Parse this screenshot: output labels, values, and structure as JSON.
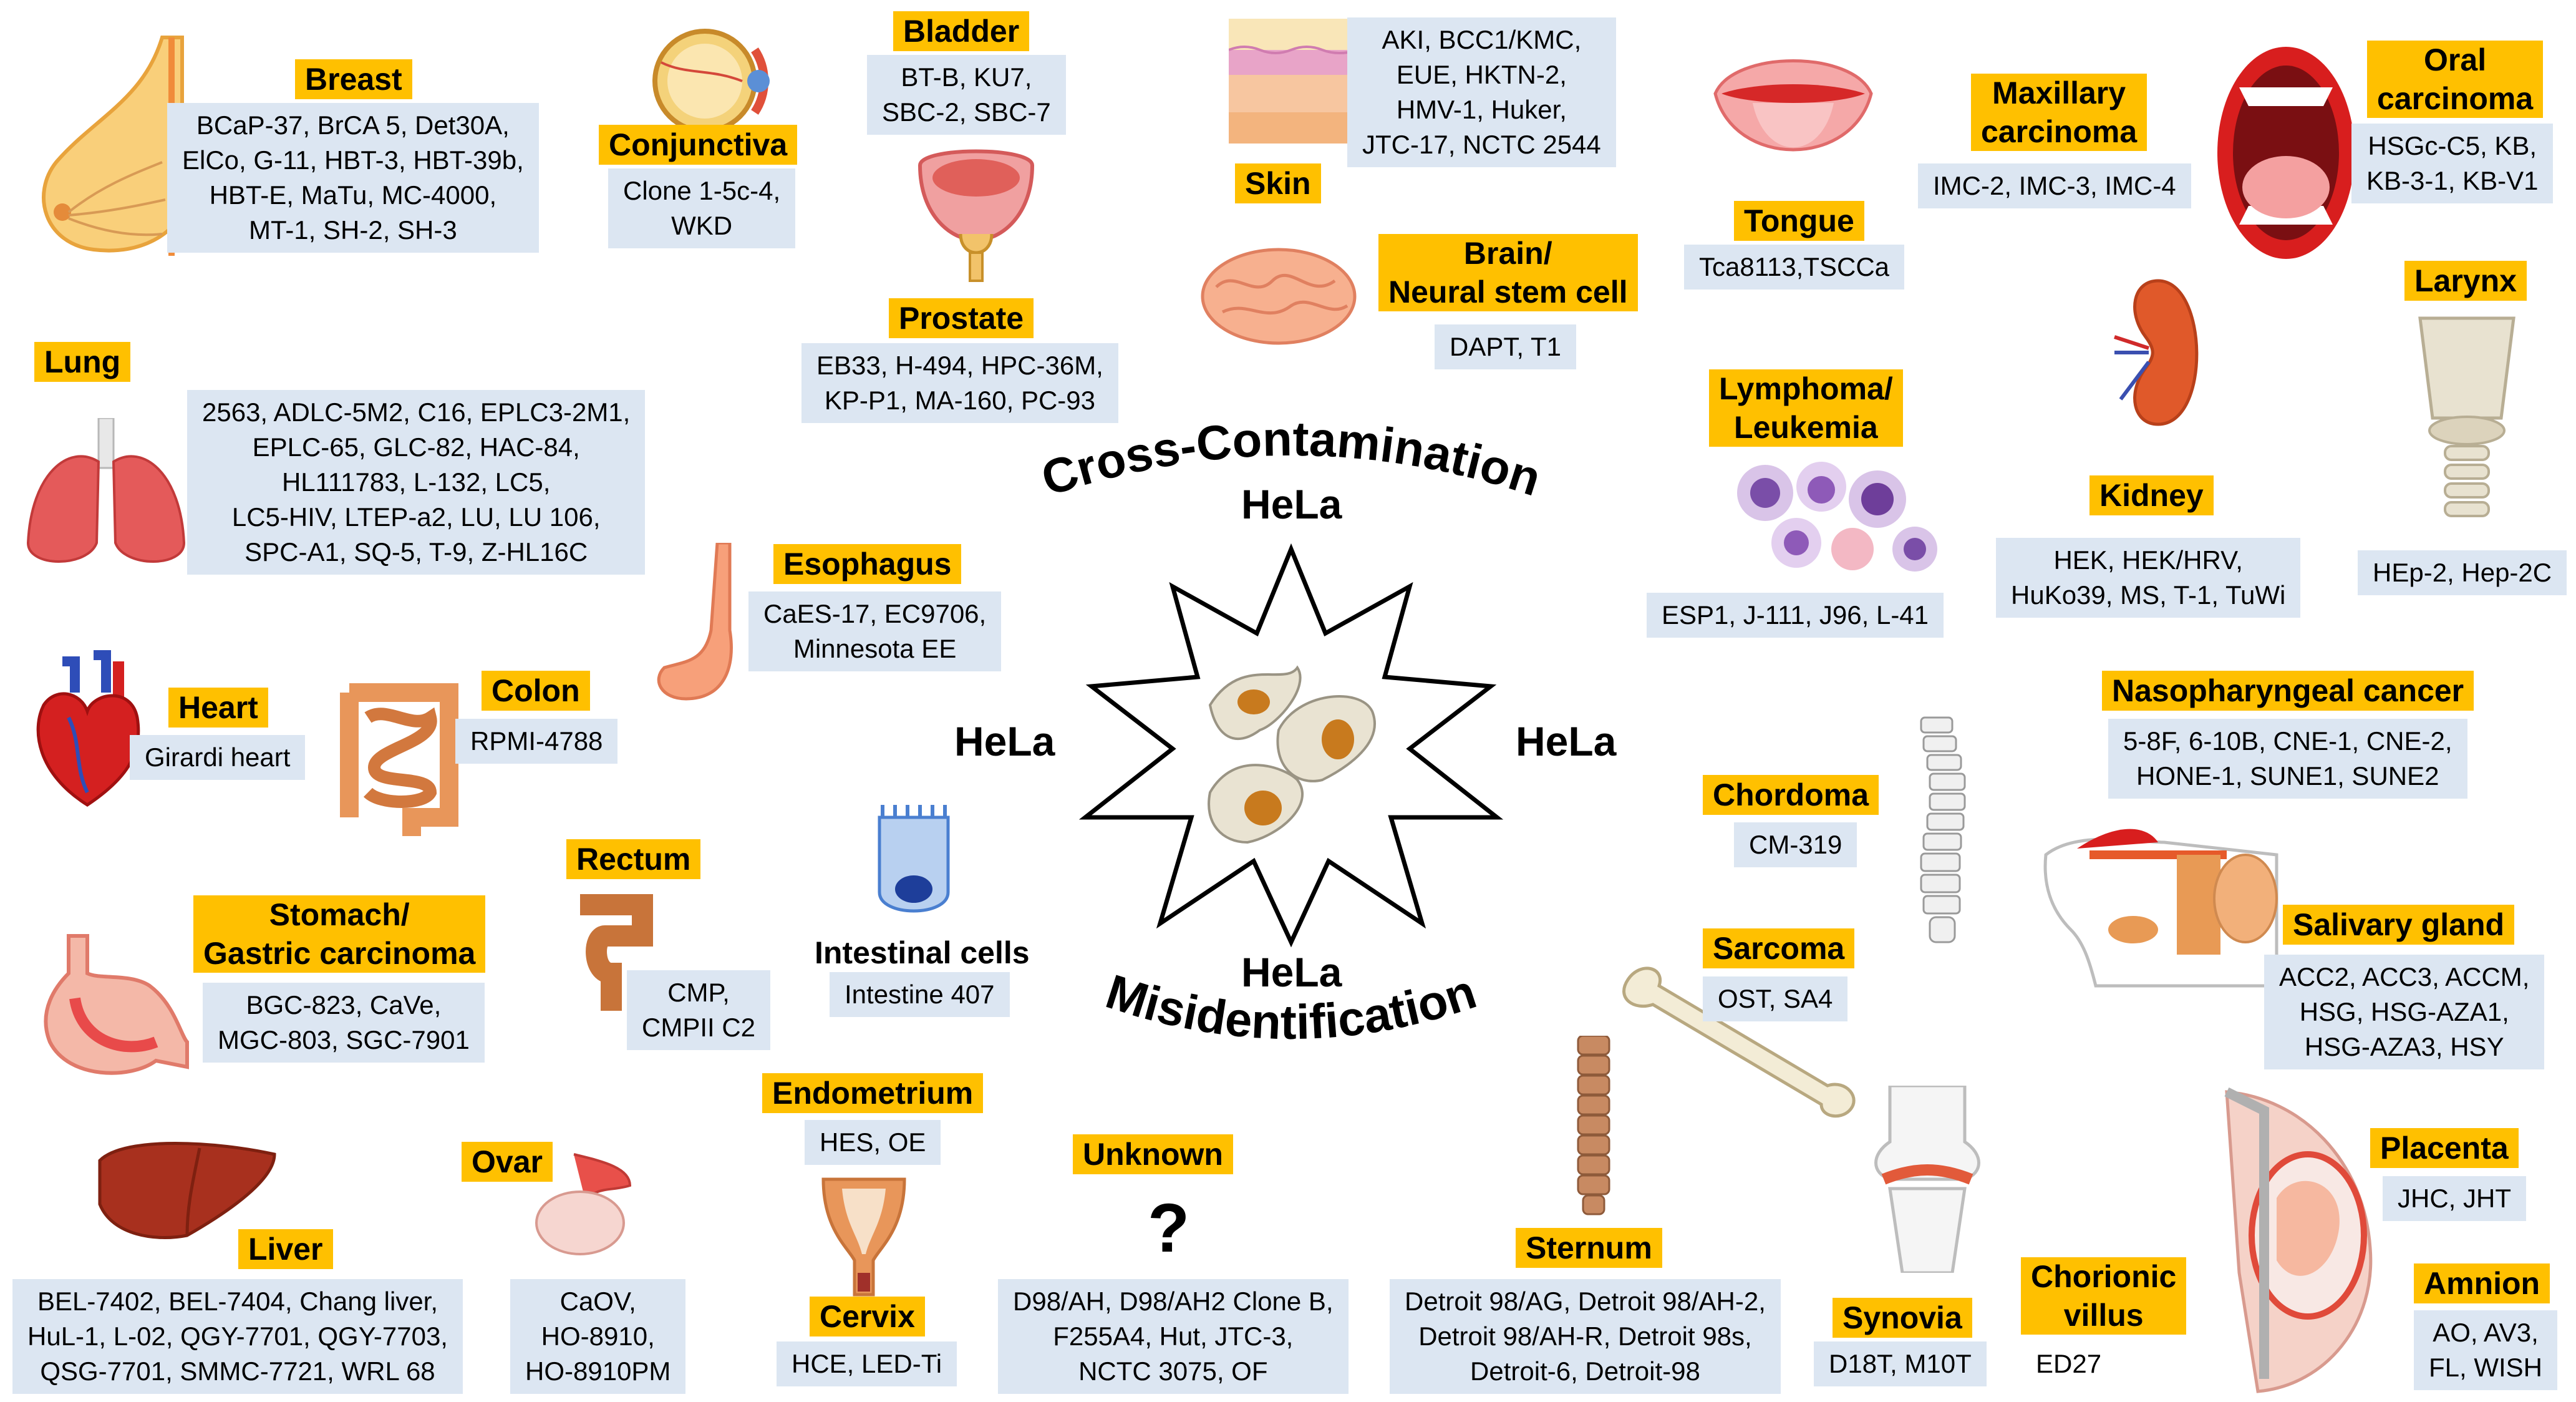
{
  "center": {
    "title_top": "Cross-Contamination",
    "title_bottom": "Misidentification",
    "hela_top": "HeLa",
    "hela_left": "HeLa",
    "hela_right": "HeLa",
    "hela_bottom": "HeLa"
  },
  "organs": {
    "breast": {
      "label": "Breast",
      "cells": "BCaP-37, BrCA 5, Det30A,\nElCo, G-11, HBT-3, HBT-39b,\nHBT-E, MaTu, MC-4000,\nMT-1, SH-2, SH-3"
    },
    "conjunctiva": {
      "label": "Conjunctiva",
      "cells": "Clone 1-5c-4,\nWKD"
    },
    "bladder": {
      "label": "Bladder",
      "cells": "BT-B, KU7,\nSBC-2, SBC-7"
    },
    "skin": {
      "label": "Skin",
      "cells": "AKI, BCC1/KMC,\nEUE, HKTN-2,\nHMV-1, Huker,\nJTC-17, NCTC 2544"
    },
    "tongue": {
      "label": "Tongue",
      "cells": "Tca8113,TSCCa"
    },
    "maxillary": {
      "label": "Maxillary\ncarcinoma",
      "cells": "IMC-2, IMC-3, IMC-4"
    },
    "oral": {
      "label": "Oral\ncarcinoma",
      "cells": "HSGc-C5, KB,\nKB-3-1, KB-V1"
    },
    "prostate": {
      "label": "Prostate",
      "cells": "EB33, H-494, HPC-36M,\nKP-P1, MA-160, PC-93"
    },
    "brain": {
      "label": "Brain/\nNeural stem cell",
      "cells": "DAPT, T1"
    },
    "lung": {
      "label": "Lung",
      "cells": "2563, ADLC-5M2, C16, EPLC3-2M1,\nEPLC-65, GLC-82, HAC-84,\nHL111783, L-132, LC5,\nLC5-HIV, LTEP-a2, LU, LU 106,\nSPC-A1, SQ-5, T-9, Z-HL16C"
    },
    "lymphoma": {
      "label": "Lymphoma/\nLeukemia",
      "cells": "ESP1, J-111, J96, L-41"
    },
    "kidney": {
      "label": "Kidney",
      "cells": "HEK, HEK/HRV,\nHuKo39, MS, T-1, TuWi"
    },
    "larynx": {
      "label": "Larynx",
      "cells": "HEp-2, Hep-2C"
    },
    "esophagus": {
      "label": "Esophagus",
      "cells": "CaES-17, EC9706,\nMinnesota EE"
    },
    "heart": {
      "label": "Heart",
      "cells": "Girardi heart"
    },
    "colon": {
      "label": "Colon",
      "cells": "RPMI-4788"
    },
    "nasopharyngeal": {
      "label": "Nasopharyngeal cancer",
      "cells": "5-8F, 6-10B, CNE-1, CNE-2,\nHONE-1, SUNE1, SUNE2"
    },
    "chordoma": {
      "label": "Chordoma",
      "cells": "CM-319"
    },
    "rectum": {
      "label": "Rectum",
      "cells": "CMP,\nCMPII C2"
    },
    "stomach": {
      "label": "Stomach/\nGastric carcinoma",
      "cells": "BGC-823, CaVe,\nMGC-803, SGC-7901"
    },
    "intestinal": {
      "label": "Intestinal cells",
      "cells": "Intestine 407"
    },
    "sarcoma": {
      "label": "Sarcoma",
      "cells": "OST, SA4"
    },
    "salivary": {
      "label": "Salivary gland",
      "cells": "ACC2, ACC3, ACCM,\nHSG, HSG-AZA1,\nHSG-AZA3, HSY"
    },
    "endometrium": {
      "label": "Endometrium",
      "cells": "HES, OE"
    },
    "unknown": {
      "label": "Unknown",
      "cells": "D98/AH, D98/AH2 Clone B,\nF255A4, Hut, JTC-3,\nNCTC 3075, OF",
      "symbol": "?"
    },
    "ovar": {
      "label": "Ovar",
      "cells": "CaOV,\nHO-8910,\nHO-8910PM"
    },
    "liver": {
      "label": "Liver",
      "cells": "BEL-7402, BEL-7404, Chang liver,\nHuL-1, L-02, QGY-7701, QGY-7703,\nQSG-7701, SMMC-7721, WRL 68"
    },
    "cervix": {
      "label": "Cervix",
      "cells": "HCE, LED-Ti"
    },
    "sternum": {
      "label": "Sternum",
      "cells": "Detroit 98/AG, Detroit 98/AH-2,\nDetroit 98/AH-R, Detroit 98s,\nDetroit-6, Detroit-98"
    },
    "synovia": {
      "label": "Synovia",
      "cells": "D18T, M10T"
    },
    "chorionic": {
      "label": "Chorionic\nvillus",
      "cells": "ED27"
    },
    "placenta": {
      "label": "Placenta",
      "cells": "JHC, JHT"
    },
    "amnion": {
      "label": "Amnion",
      "cells": "AO, AV3,\nFL, WISH"
    }
  },
  "colors": {
    "label_bg": "#FFC000",
    "box_bg": "#DCE6F2"
  }
}
